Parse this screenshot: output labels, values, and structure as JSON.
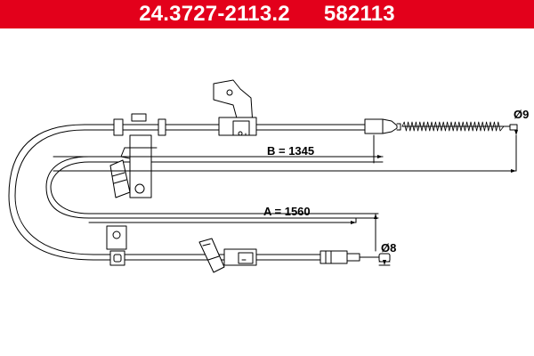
{
  "header": {
    "part_number": "24.3727-2113.2",
    "ref_number": "582113",
    "background_color": "#e3001b",
    "text_color": "#ffffff"
  },
  "drawing": {
    "dimension_a": {
      "label": "A = 1560"
    },
    "dimension_b": {
      "label": "B = 1345"
    },
    "diameter_upper": {
      "label": "Ø9"
    },
    "diameter_lower": {
      "label": "Ø8"
    },
    "line_color": "#000000"
  }
}
